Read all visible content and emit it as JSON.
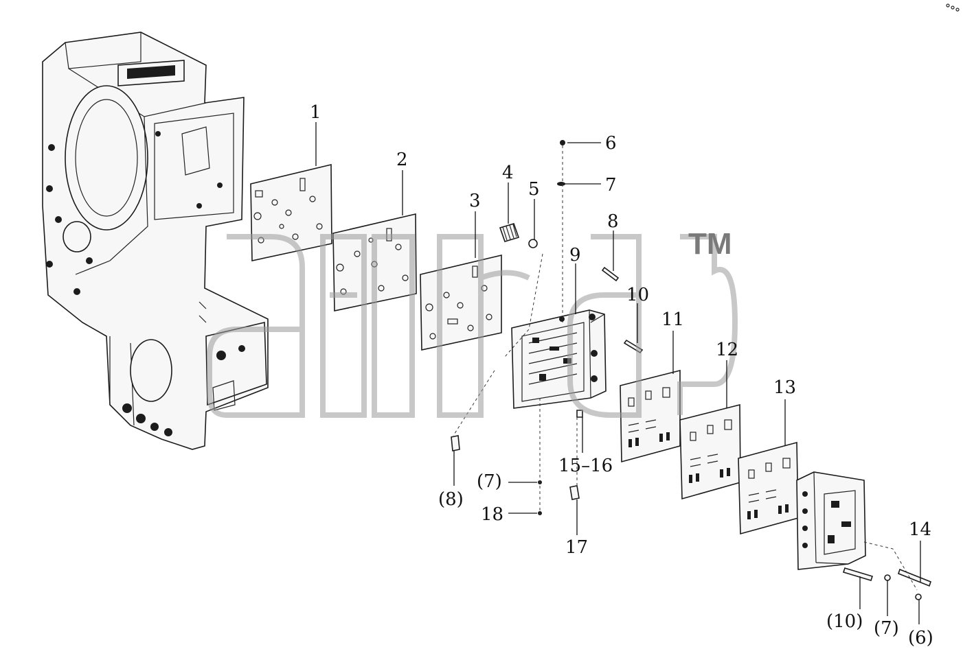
{
  "watermark": {
    "tm": "TM"
  },
  "callouts": {
    "c1": "1",
    "c2": "2",
    "c3": "3",
    "c4": "4",
    "c5": "5",
    "c6": "6",
    "c7": "7",
    "c8": "8",
    "c9": "9",
    "c10": "10",
    "c11": "11",
    "c12": "12",
    "c13": "13",
    "c14": "14",
    "c15_16": "15–16",
    "c17": "17",
    "c18": "18",
    "p8": "(8)",
    "p7a": "(7)",
    "p10": "(10)",
    "p7b": "(7)",
    "p6": "(6)"
  },
  "colors": {
    "ink": "#111111",
    "watermark": "#9a9a9a",
    "paper": "#ffffff"
  }
}
